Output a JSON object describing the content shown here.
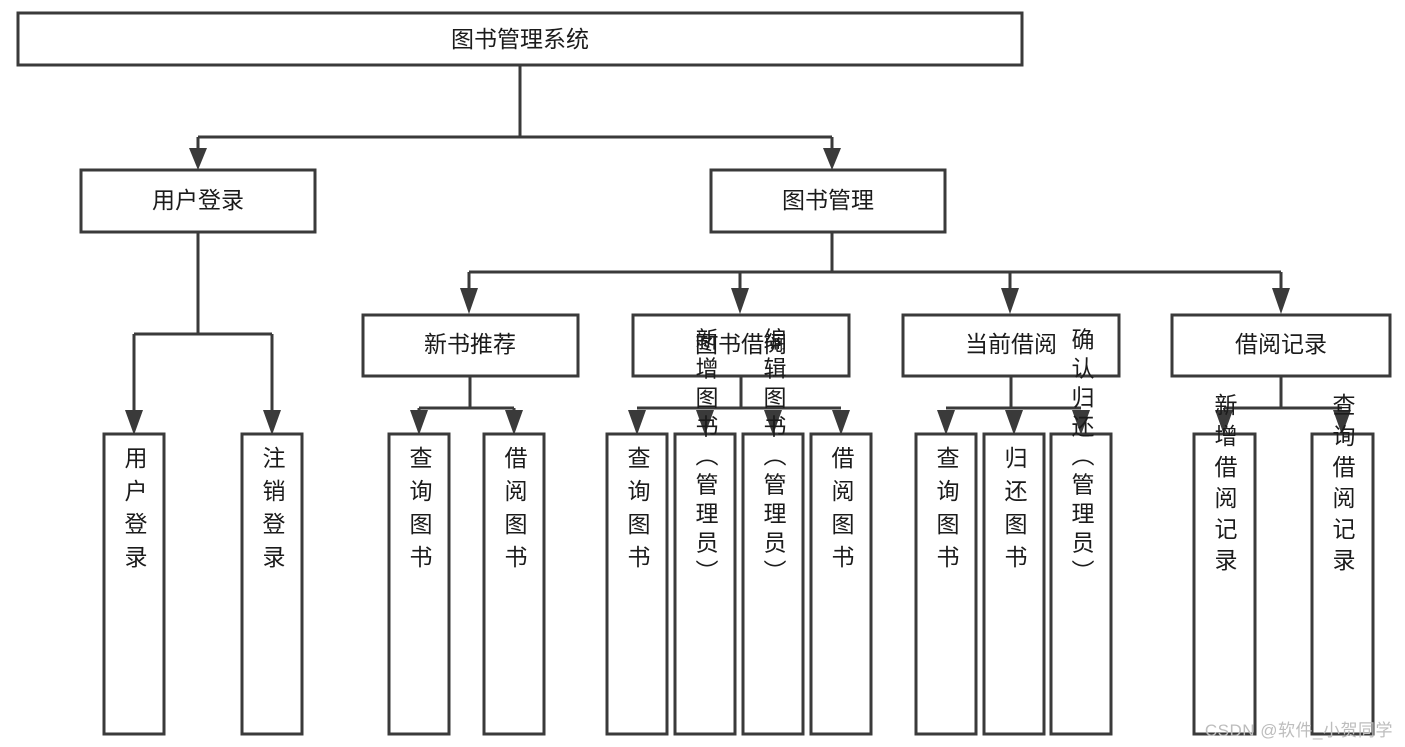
{
  "diagram": {
    "type": "tree-hierarchy-chart",
    "title": "图书管理系统",
    "watermark": "CSDN @软件_小贺同学",
    "colors": {
      "stroke": "#3a3a3a",
      "box_fill": "#ffffff",
      "text": "#1b1b1b",
      "background": "#ffffff",
      "watermark": "#bdbdbd"
    },
    "levels": [
      {
        "level": 1,
        "nodes": [
          {
            "id": "root",
            "label": "图书管理系统",
            "orientation": "horizontal"
          }
        ]
      },
      {
        "level": 2,
        "nodes": [
          {
            "id": "user-login",
            "label": "用户登录",
            "orientation": "horizontal",
            "parent": "root"
          },
          {
            "id": "book-manage",
            "label": "图书管理",
            "orientation": "horizontal",
            "parent": "root"
          }
        ]
      },
      {
        "level": 3,
        "nodes": [
          {
            "id": "new-book-rec",
            "label": "新书推荐",
            "orientation": "horizontal",
            "parent": "book-manage"
          },
          {
            "id": "book-borrow",
            "label": "图书借阅",
            "orientation": "horizontal",
            "parent": "book-manage"
          },
          {
            "id": "current-borrow",
            "label": "当前借阅",
            "orientation": "horizontal",
            "parent": "book-manage"
          },
          {
            "id": "borrow-record",
            "label": "借阅记录",
            "orientation": "horizontal",
            "parent": "book-manage"
          }
        ]
      },
      {
        "level": 4,
        "nodes": [
          {
            "id": "leaf-1",
            "label": "用户登录",
            "orientation": "vertical",
            "parent": "user-login"
          },
          {
            "id": "leaf-2",
            "label": "注销登录",
            "orientation": "vertical",
            "parent": "user-login"
          },
          {
            "id": "leaf-3",
            "label": "查询图书",
            "orientation": "vertical",
            "parent": "new-book-rec"
          },
          {
            "id": "leaf-4",
            "label": "借阅图书",
            "orientation": "vertical",
            "parent": "new-book-rec"
          },
          {
            "id": "leaf-5",
            "label": "查询图书",
            "orientation": "vertical",
            "parent": "book-borrow"
          },
          {
            "id": "leaf-6",
            "label": "新增图书（管理员）",
            "orientation": "vertical",
            "parent": "book-borrow"
          },
          {
            "id": "leaf-7",
            "label": "编辑图书（管理员）",
            "orientation": "vertical",
            "parent": "book-borrow"
          },
          {
            "id": "leaf-8",
            "label": "借阅图书",
            "orientation": "vertical",
            "parent": "book-borrow"
          },
          {
            "id": "leaf-9",
            "label": "查询图书",
            "orientation": "vertical",
            "parent": "current-borrow"
          },
          {
            "id": "leaf-10",
            "label": "归还图书",
            "orientation": "vertical",
            "parent": "current-borrow"
          },
          {
            "id": "leaf-11",
            "label": "确认归还（管理员）",
            "orientation": "vertical",
            "parent": "current-borrow"
          },
          {
            "id": "leaf-12",
            "label": "新增借阅记录",
            "orientation": "vertical",
            "parent": "borrow-record"
          },
          {
            "id": "leaf-13",
            "label": "查询借阅记录",
            "orientation": "vertical",
            "parent": "borrow-record"
          }
        ]
      }
    ]
  }
}
